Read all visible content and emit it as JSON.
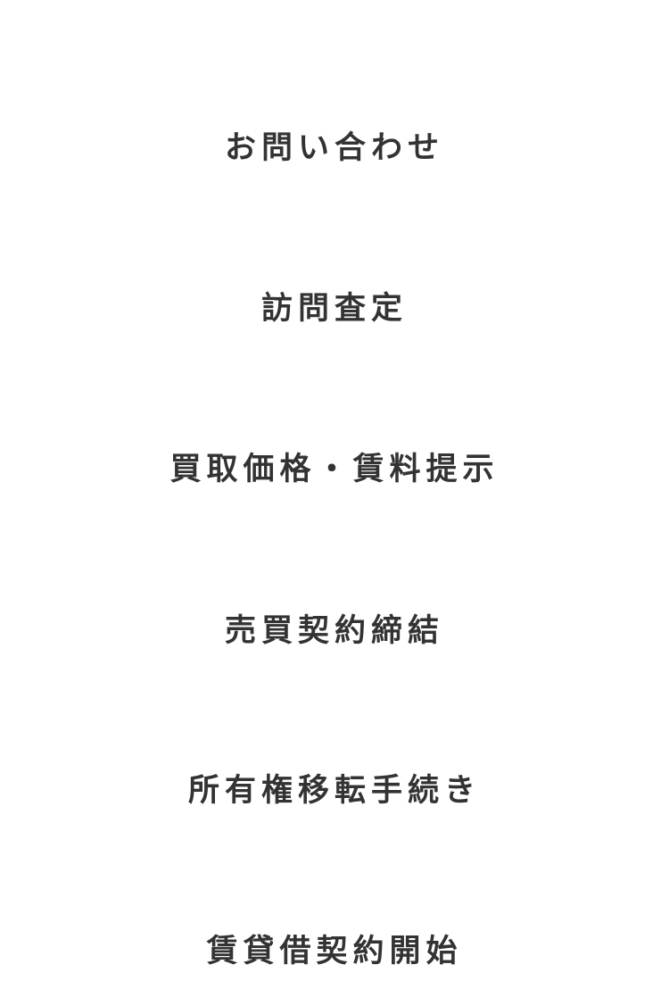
{
  "flow": {
    "steps": [
      {
        "label": "お問い合わせ"
      },
      {
        "label": "訪問査定"
      },
      {
        "label": "買取価格・賃料提示"
      },
      {
        "label": "売買契約締結"
      },
      {
        "label": "所有権移転手続き"
      },
      {
        "label": "賃貸借契約開始"
      }
    ]
  }
}
